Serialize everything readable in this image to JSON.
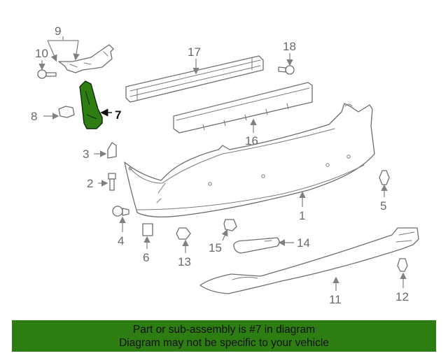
{
  "callouts": {
    "p1": "1",
    "p2": "2",
    "p3": "3",
    "p4": "4",
    "p5": "5",
    "p6": "6",
    "p7": "7",
    "p8": "8",
    "p9": "9",
    "p10": "10",
    "p11": "11",
    "p12": "12",
    "p13": "13",
    "p14": "14",
    "p15": "15",
    "p16": "16",
    "p17": "17",
    "p18": "18"
  },
  "banner": {
    "line1": "Part or sub-assembly is #7 in diagram",
    "line2": "Diagram may not be specific to your vehicle"
  },
  "colors": {
    "highlight_part": "#2e7d12",
    "banner_background": "#2e7d12",
    "line_art": "#6e6e6e"
  }
}
